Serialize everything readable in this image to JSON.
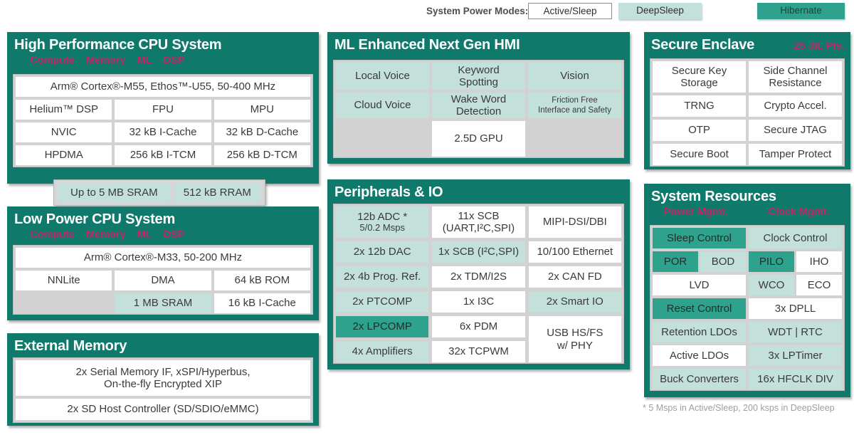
{
  "colors": {
    "dark_teal": "#0f7a6c",
    "hibernate_teal": "#2fa28d",
    "deepsleep_teal": "#c3e1da",
    "pink": "#c02767",
    "body_gray": "#d2d2d2",
    "cell_white": "#ffffff",
    "cell_text": "#3a3a3a"
  },
  "legend": {
    "label": "System Power Modes:",
    "items": [
      {
        "label": "Active/Sleep",
        "mode": "active"
      },
      {
        "label": "DeepSleep",
        "mode": "deep"
      },
      {
        "label": "Hibernate",
        "mode": "hib"
      }
    ]
  },
  "bridge": {
    "cells": [
      {
        "text": "Up to 5 MB SRAM",
        "mode": "deep",
        "w": 1.3
      },
      {
        "text": "512 kB RRAM",
        "mode": "deep",
        "w": 1
      }
    ]
  },
  "footnote": "* 5 Msps in Active/Sleep, 200 ksps in DeepSleep",
  "blocks": {
    "hp": {
      "title": "High Performance CPU System",
      "tags": [
        "Compute",
        "Memory",
        "ML",
        "DSP"
      ],
      "cells": [
        {
          "text": "Arm® Cortex®-M55, Ethos™-U55, 50-400 MHz",
          "colspan": 3
        },
        {
          "text": "Helium™ DSP"
        },
        {
          "text": "FPU"
        },
        {
          "text": "MPU"
        },
        {
          "text": "NVIC"
        },
        {
          "text": "32 kB I-Cache"
        },
        {
          "text": "32 kB D-Cache"
        },
        {
          "text": "HPDMA"
        },
        {
          "text": "256 kB I-TCM"
        },
        {
          "text": "256 kB D-TCM"
        }
      ]
    },
    "lp": {
      "title": "Low Power CPU System",
      "tags": [
        "Compute",
        "Memory",
        "ML",
        "DSP"
      ],
      "cells": [
        {
          "text": "Arm® Cortex®-M33, 50-200 MHz",
          "colspan": 3
        },
        {
          "text": "NNLite"
        },
        {
          "text": "DMA"
        },
        {
          "text": "64 kB ROM"
        },
        {
          "mode": "empty",
          "name": "empty-cell"
        },
        {
          "text": "1 MB SRAM",
          "mode": "deep"
        },
        {
          "text": "16 kB I-Cache"
        }
      ]
    },
    "ext": {
      "title": "External Memory",
      "cells": [
        {
          "lines": [
            "2x Serial Memory IF, xSPI/Hyperbus,",
            "On-the-fly Encrypted XIP"
          ]
        },
        {
          "text": "2x SD Host Controller (SD/SDIO/eMMC)"
        }
      ]
    },
    "ml": {
      "title": "ML Enhanced Next Gen HMI",
      "cells": [
        {
          "text": "Local Voice",
          "mode": "deep"
        },
        {
          "lines": [
            "Keyword",
            "Spotting"
          ],
          "mode": "deep"
        },
        {
          "text": "Vision",
          "mode": "deep"
        },
        {
          "text": "Cloud Voice",
          "mode": "deep"
        },
        {
          "lines": [
            "Wake Word",
            "Detection"
          ],
          "mode": "deep"
        },
        {
          "lines": [
            "Friction Free",
            "Interface and Safety"
          ],
          "mode": "deep",
          "cls": "small"
        },
        {
          "mode": "empty",
          "name": "empty-cell"
        },
        {
          "text": "2.5D GPU"
        },
        {
          "mode": "empty",
          "name": "empty-cell"
        }
      ]
    },
    "periph": {
      "title": "Peripherals & IO",
      "cells": [
        {
          "lines": [
            "12b ADC *",
            "5/0.2 Msps"
          ],
          "mode": "deep",
          "cls": "adc"
        },
        {
          "lines": [
            "11x SCB",
            "(UART,I²C,SPI)"
          ]
        },
        {
          "text": "MIPI-DSI/DBI"
        },
        {
          "text": "2x 12b DAC",
          "mode": "deep"
        },
        {
          "text": "1x SCB (I²C,SPI)",
          "mode": "deep"
        },
        {
          "text": "10/100 Ethernet"
        },
        {
          "text": "2x 4b Prog. Ref.",
          "mode": "deep"
        },
        {
          "text": "2x TDM/I2S"
        },
        {
          "text": "2x CAN FD"
        },
        {
          "text": "2x PTCOMP",
          "mode": "deep"
        },
        {
          "text": "1x I3C"
        },
        {
          "text": "2x Smart IO",
          "mode": "deep"
        },
        {
          "text": "2x LPCOMP",
          "mode": "hib"
        },
        {
          "text": "6x PDM"
        },
        {
          "lines": [
            "USB HS/FS",
            "w/ PHY"
          ],
          "rowspan": 2
        },
        {
          "text": "4x Amplifiers",
          "mode": "deep"
        },
        {
          "text": "32x TCPWM"
        }
      ]
    },
    "secure": {
      "title": "Secure Enclave",
      "badge": "25 JIL Pts.",
      "cells": [
        {
          "lines": [
            "Secure Key",
            "Storage"
          ]
        },
        {
          "lines": [
            "Side Channel",
            "Resistance"
          ]
        },
        {
          "text": "TRNG"
        },
        {
          "text": "Crypto Accel."
        },
        {
          "text": "OTP"
        },
        {
          "text": "Secure JTAG"
        },
        {
          "text": "Secure Boot"
        },
        {
          "text": "Tamper Protect"
        }
      ]
    },
    "sysres": {
      "title": "System Resources",
      "tags": [
        "Power Mgmt.",
        "Clock Mgmt."
      ],
      "cells": [
        {
          "text": "Sleep Control",
          "mode": "hib"
        },
        {
          "text": "Clock Control",
          "mode": "deep"
        },
        {
          "split": [
            {
              "text": "POR",
              "mode": "hib",
              "w": 1
            },
            {
              "text": "BOD",
              "mode": "deep",
              "w": 1
            }
          ]
        },
        {
          "split": [
            {
              "text": "PILO",
              "mode": "hib",
              "w": 1
            },
            {
              "text": "IHO",
              "mode": "white",
              "w": 1
            }
          ]
        },
        {
          "text": "LVD"
        },
        {
          "split": [
            {
              "text": "WCO",
              "mode": "deep",
              "w": 1
            },
            {
              "text": "ECO",
              "mode": "white",
              "w": 1
            }
          ]
        },
        {
          "text": "Reset Control",
          "mode": "hib"
        },
        {
          "text": "3x DPLL"
        },
        {
          "text": "Retention LDOs",
          "mode": "deep"
        },
        {
          "text": "WDT | RTC",
          "mode": "deep"
        },
        {
          "text": "Active LDOs"
        },
        {
          "text": "3x LPTimer",
          "mode": "deep"
        },
        {
          "text": "Buck Converters",
          "mode": "deep"
        },
        {
          "text": "16x HFCLK DIV",
          "mode": "deep"
        }
      ]
    }
  }
}
